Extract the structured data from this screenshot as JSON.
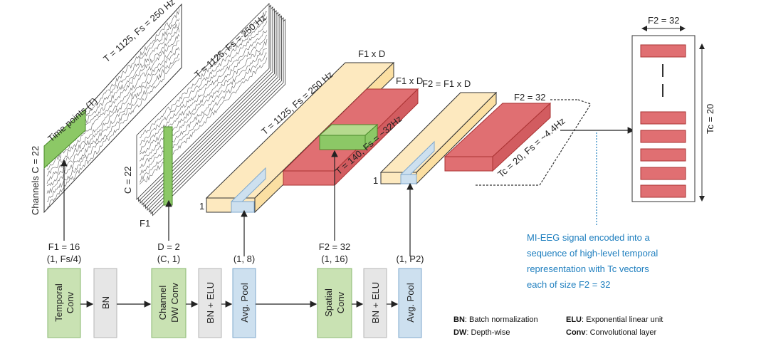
{
  "colors": {
    "temporal_green": "#c9e2b3",
    "green_border": "#8ab870",
    "gray": "#e6e6e6",
    "blue": "#cde0ef",
    "blue_border": "#7fa8cc",
    "yellow": "#fde9bf",
    "red": "#e06f72",
    "caption_blue": "#1f7fbf"
  },
  "input": {
    "top_label": "T = 1125,  Fs = 250 Hz",
    "time_label": "Time points (T)",
    "channels_label": "Channels C = 22"
  },
  "stack": {
    "top_label": "T = 1125,  Fs = 250 Hz",
    "c_label": "C = 22",
    "f_label": "F1"
  },
  "feature_volume_1": {
    "fxd_top": "F1 x D",
    "fxd_mid": "F1 x D",
    "t_label": "T = 1125,  Fs = 250 Hz",
    "t2_label": "T = 140,  Fs = ~32Hz",
    "one_label": "1"
  },
  "feature_volume_2": {
    "f2_eq": "F2 = F1 x D",
    "f2_32": "F2 = 32",
    "tc_label": "Tc = 20,  Fs = ~4.4Hz",
    "one_label": "1"
  },
  "output_vectors": {
    "f2_label": "F2 = 32",
    "tc_label": "Tc = 20"
  },
  "params": [
    {
      "line1": "F1 = 16",
      "line2": "(1, Fs/4)"
    },
    {
      "line1": "D = 2",
      "line2": "(C, 1)"
    },
    {
      "line1": "",
      "line2": "(1, 8)"
    },
    {
      "line1": "F2 = 32",
      "line2": "(1, 16)"
    },
    {
      "line1": "",
      "line2": "(1, P2)"
    }
  ],
  "blocks": [
    {
      "line1": "Temporal",
      "line2": "Conv",
      "kind": "green"
    },
    {
      "line1": "BN",
      "line2": "",
      "kind": "gray"
    },
    {
      "line1": "Channel",
      "line2": "DW Conv",
      "kind": "green"
    },
    {
      "line1": "BN + ELU",
      "line2": "",
      "kind": "gray"
    },
    {
      "line1": "Avg. Pool",
      "line2": "",
      "kind": "blue"
    },
    {
      "line1": "Spatial",
      "line2": "Conv",
      "kind": "green"
    },
    {
      "line1": "BN + ELU",
      "line2": "",
      "kind": "gray"
    },
    {
      "line1": "Avg. Pool",
      "line2": "",
      "kind": "blue"
    }
  ],
  "caption": [
    "MI-EEG signal encoded into a",
    "sequence of high-level temporal",
    "representation with Tc vectors",
    "each of size F2 = 32"
  ],
  "legend": [
    {
      "key": "BN",
      "text": ": Batch normalization"
    },
    {
      "key": "ELU",
      "text": ": Exponential linear unit"
    },
    {
      "key": "DW",
      "text": ": Depth-wise"
    },
    {
      "key": "Conv",
      "text": ": Convolutional layer"
    }
  ]
}
